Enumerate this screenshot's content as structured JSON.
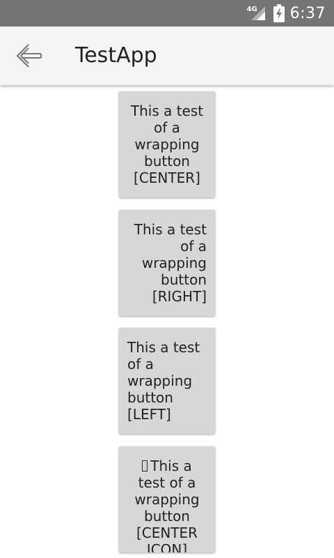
{
  "status_bar": {
    "network": "4G",
    "time": "6:37"
  },
  "app_bar": {
    "title": "TestApp",
    "back_icon": "arrow-left-icon"
  },
  "buttons": [
    {
      "label": "This a test of a wrapping button [CENTER]",
      "align": "center"
    },
    {
      "label": "This a test of a wrapping button [RIGHT]",
      "align": "right"
    },
    {
      "label": "This a test of a wrapping button [LEFT]",
      "align": "left"
    },
    {
      "label": "This a test of a wrapping button [CENTER ICON]",
      "align": "center",
      "icon": "missing-glyph-icon"
    }
  ],
  "colors": {
    "status_bar_bg": "#757575",
    "app_bar_bg": "#f4f4f4",
    "button_bg": "#d6d7d7",
    "text": "#222222"
  }
}
